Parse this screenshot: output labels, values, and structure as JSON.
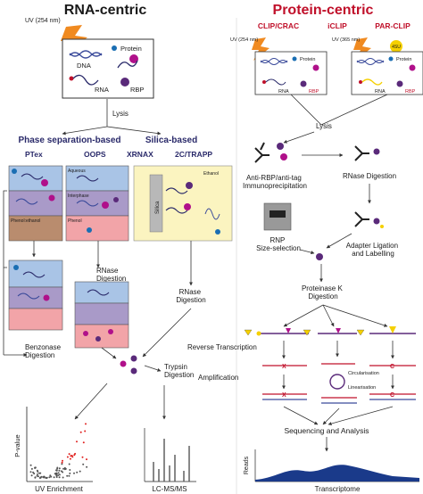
{
  "left": {
    "title": "RNA-centric",
    "uv": "UV (254 nm)",
    "legend": {
      "protein": "Protein",
      "dna": "DNA",
      "rna": "RNA",
      "rbp": "RBP"
    },
    "lysis": "Lysis",
    "group1": "Phase separation-based",
    "group2": "Silica-based",
    "methods": [
      "PTex",
      "OOPS",
      "XRNAX",
      "2C/TRAPP"
    ],
    "layers": {
      "aqueous": "Aqueous",
      "interphase": "Interphase",
      "phenol_sm": "Phenol",
      "phenol": "Phenol",
      "phenol_ethanol": "Phenol:ethanol",
      "ethanol": "Ethanol",
      "silica": "Silica"
    },
    "rnase1": "RNase\nDigestion",
    "rnase2": "RNase\nDigestion",
    "benzonase": "Benzonase\nDigestion",
    "trypsin": "Trypsin\nDigestion",
    "plot_y": "P-value",
    "plot_x": "UV Enrichment",
    "lcms": "LC-MS/MS"
  },
  "right": {
    "title": "Protein-centric",
    "methods": [
      "CLIP/CRAC",
      "iCLIP",
      "PAR-CLIP"
    ],
    "uv1": "UV (254 nm)",
    "uv2": "UV (365 nm)",
    "su": "4SU",
    "protein": "Protein",
    "rna": "RNA",
    "rbp": "RBP",
    "lysis": "Lysis",
    "ip": "Anti-RBP/anti-tag\nImmunoprecipitation",
    "rnase": "RNase Digestion",
    "rnp": "RNP\nSize-selection",
    "adapter": "Adapter Ligation\nand Labelling",
    "proteinase": "Proteinase K\nDigestion",
    "rt": "Reverse Transcription",
    "amp": "Amplification",
    "circ": "Circularisation",
    "lin": "Linearisation",
    "seq": "Sequencing and Analysis",
    "reads": "Reads",
    "transcriptome": "Transcriptome",
    "x_mark": "X",
    "c_mark": "C"
  },
  "colors": {
    "navy": "#2a2a6a",
    "red": "#c0102a",
    "magenta": "#b0108a",
    "purple": "#5a2a7a",
    "blue": "#1a6eb3",
    "aqueous": "#a9c4e6",
    "interphase": "#a99ac8",
    "phenol": "#f2a4a8",
    "brown": "#b98c6e",
    "silica_bg": "#fbf4c0",
    "uv": "#f08a20"
  }
}
